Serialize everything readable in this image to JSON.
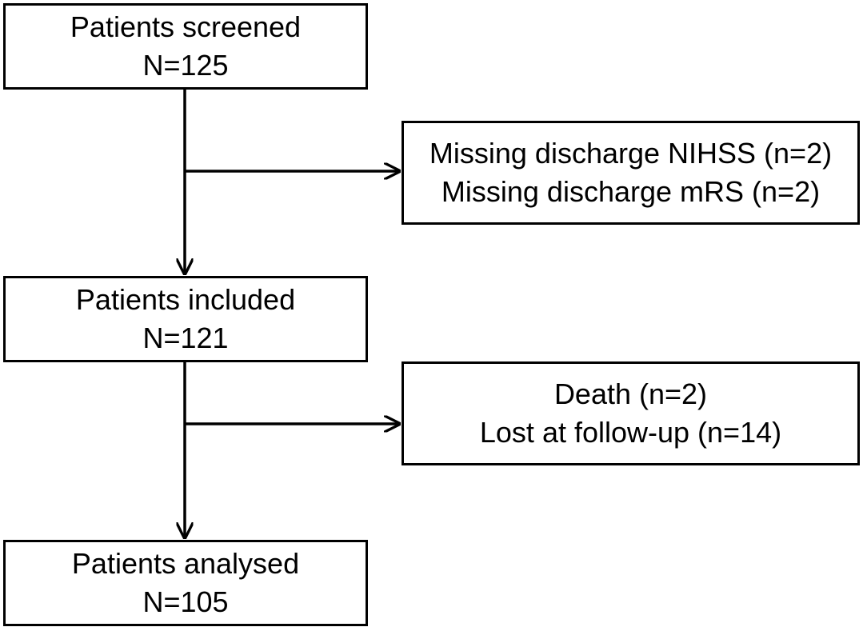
{
  "flowchart": {
    "screened": {
      "label": "Patients screened",
      "count": "N=125"
    },
    "exclusion_1": {
      "line1": "Missing discharge NIHSS (n=2)",
      "line2": "Missing discharge mRS (n=2)"
    },
    "included": {
      "label": "Patients included",
      "count": "N=121"
    },
    "exclusion_2": {
      "line1": "Death (n=2)",
      "line2": "Lost at follow-up (n=14)"
    },
    "analysed": {
      "label": "Patients analysed",
      "count": "N=105"
    }
  },
  "colors": {
    "stroke": "#000000",
    "background": "#ffffff"
  }
}
